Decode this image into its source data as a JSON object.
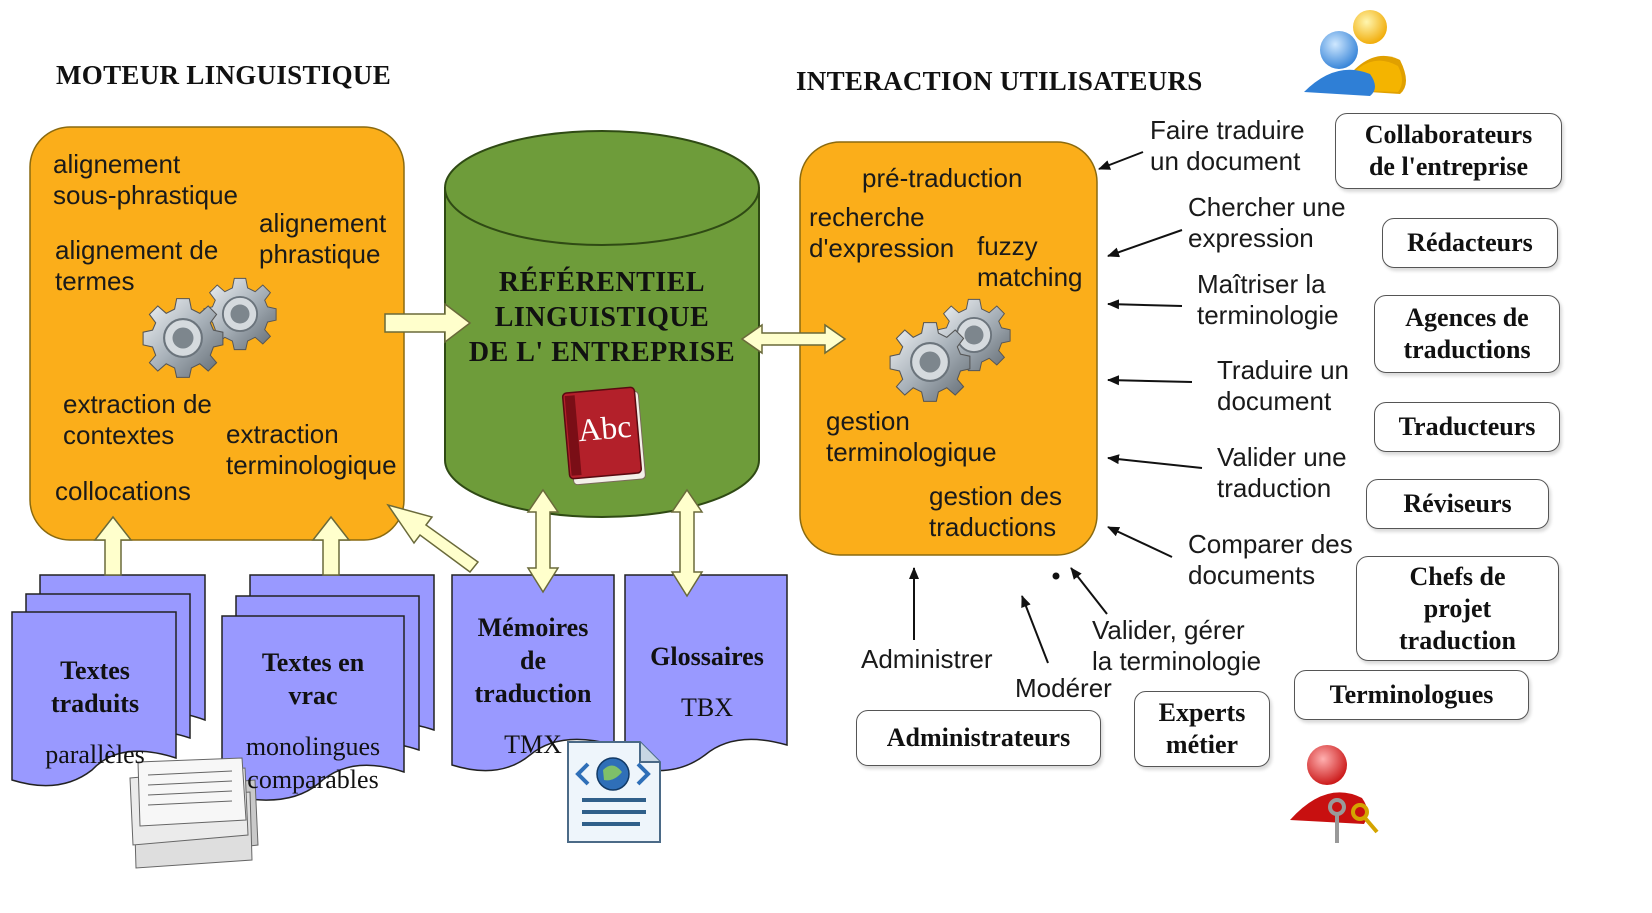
{
  "headers": {
    "engine": "MOTEUR LINGUISTIQUE",
    "interaction": "INTERACTION UTILISATEURS"
  },
  "engine": {
    "items": {
      "align_sub": "alignement\nsous-phrastique",
      "align_sent": "alignement\nphrastique",
      "align_terms": "alignement de\ntermes",
      "context": "extraction de\ncontextes",
      "term_extract": "extraction\nterminologique",
      "colloc": "collocations"
    }
  },
  "repository": {
    "title": "RÉFÉRENTIEL\nLINGUISTIQUE\nDE L' ENTREPRISE",
    "book_label": "Abc"
  },
  "sources": {
    "translated": {
      "bold": "Textes\ntraduits",
      "normal": "parallèles"
    },
    "bulk": {
      "bold": "Textes en\nvrac",
      "normal": "monolingues\ncomparables"
    },
    "memories": {
      "bold": "Mémoires\nde\ntraduction",
      "normal": "TMX"
    },
    "glossaries": {
      "bold": "Glossaires",
      "normal": "TBX"
    }
  },
  "interaction": {
    "items": {
      "pretrad": "pré-traduction",
      "search": "recherche\nd'expression",
      "fuzzy": "fuzzy\nmatching",
      "term_mgmt": "gestion\nterminologique",
      "trans_mgmt": "gestion des\ntraductions"
    }
  },
  "actions": {
    "faire": "Faire traduire\nun document",
    "chercher": "Chercher une\nexpression",
    "maitriser": "Maîtriser la\nterminologie",
    "traduire": "Traduire un\ndocument",
    "valider_trad": "Valider une\ntraduction",
    "comparer": "Comparer des\ndocuments",
    "administrer": "Administrer",
    "moderer": "Modérer",
    "valider_term": "Valider,  gérer\nla terminologie"
  },
  "roles": {
    "collaborateurs": "Collaborateurs\nde l'entreprise",
    "redacteurs": "Rédacteurs",
    "agences": "Agences de\ntraductions",
    "traducteurs": "Traducteurs",
    "reviseurs": "Réviseurs",
    "chefs": "Chefs de\nprojet\ntraduction",
    "terminologues": "Terminologues",
    "administrateurs": "Administrateurs",
    "experts": "Experts\nmétier"
  },
  "colors": {
    "orange": "#FBAE1A",
    "green": "#6E9C3A",
    "lavender": "#9999FF",
    "arrow_fill": "#FFFFCC"
  },
  "icons": [
    "gears-icon",
    "book-icon",
    "newspapers-icon",
    "xml-document-icon",
    "users-icon",
    "admin-user-key-icon"
  ]
}
